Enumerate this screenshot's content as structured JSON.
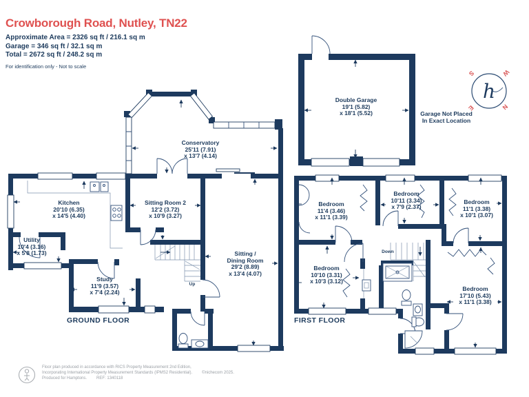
{
  "header": {
    "title": "Crowborough Road, Nutley, TN22",
    "approx_area": "Approximate Area = 2326 sq ft / 216.1 sq m",
    "garage_area": "Garage = 346 sq ft / 32.1 sq m",
    "total_area": "Total = 2672 sq ft / 248.2 sq m",
    "disclaimer": "For identification only - Not to scale"
  },
  "garage": {
    "room": {
      "name": "Double Garage",
      "dim1": "19'1 (5.82)",
      "dim2": "x 18'1 (5.52)"
    },
    "note1": "Garage Not Placed",
    "note2": "In Exact Location"
  },
  "compass": {
    "north": "N",
    "south": "S",
    "east": "E",
    "west": "W",
    "logo": "h"
  },
  "ground_floor": {
    "label": "GROUND FLOOR",
    "stairs": "Up",
    "rooms": {
      "conservatory": {
        "name": "Conservatory",
        "dim1": "25'11 (7.91)",
        "dim2": "x 13'7 (4.14)"
      },
      "kitchen": {
        "name": "Kitchen",
        "dim1": "20'10 (6.35)",
        "dim2": "x 14'5 (4.40)"
      },
      "utility": {
        "name": "Utility",
        "dim1": "10'4 (3.16)",
        "dim2": "x 5'8 (1.73)"
      },
      "sitting_room_2": {
        "name": "Sitting Room 2",
        "dim1": "12'2 (3.72)",
        "dim2": "x 10'9 (3.27)"
      },
      "study": {
        "name": "Study",
        "dim1": "11'9 (3.57)",
        "dim2": "x 7'4 (2.24)"
      },
      "sitting_dining": {
        "name1": "Sitting /",
        "name2": "Dining Room",
        "dim1": "29'2 (8.89)",
        "dim2": "x 13'4 (4.07)"
      }
    }
  },
  "first_floor": {
    "label": "FIRST FLOOR",
    "stairs": "Down",
    "rooms": {
      "bedroom_1": {
        "name": "Bedroom",
        "dim1": "11'4 (3.46)",
        "dim2": "x 11'1 (3.39)"
      },
      "bedroom_2": {
        "name": "Bedroom",
        "dim1": "10'11 (3.34)",
        "dim2": "x 7'9 (2.37)"
      },
      "bedroom_3": {
        "name": "Bedroom",
        "dim1": "11'1 (3.38)",
        "dim2": "x 10'1 (3.07)"
      },
      "bedroom_4": {
        "name": "Bedroom",
        "dim1": "10'10 (3.31)",
        "dim2": "x 10'3 (3.12)"
      },
      "bedroom_5": {
        "name": "Bedroom",
        "dim1": "17'10 (5.43)",
        "dim2": "x 11'1 (3.38)"
      }
    }
  },
  "footer": {
    "line1": "Floor plan produced in accordance with RICS Property Measurement 2nd Edition,",
    "line2": "Incorporating International Property Measurement Standards (IPMS2 Residential).",
    "copyright": "©nichecom 2025.",
    "line3a": "Produced for Hamptons.",
    "line3b": "REF:  1340118"
  },
  "colors": {
    "wall": "#1d3a5e",
    "accent_red": "#df5150",
    "text_navy": "#1c3a5c",
    "footer_grey": "#9ba0a6"
  }
}
